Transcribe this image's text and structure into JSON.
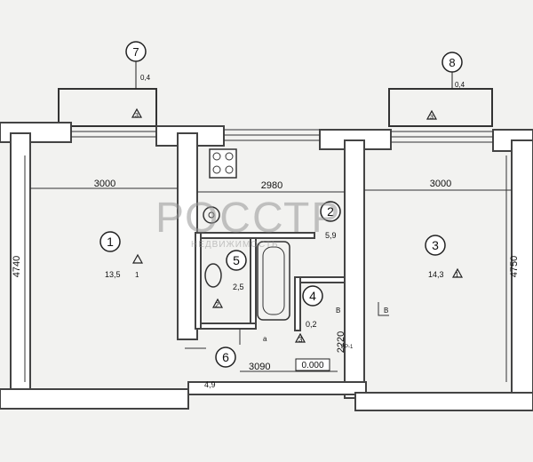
{
  "colors": {
    "wall": "#555555",
    "wall_fill": "#ffffff",
    "line": "#333333",
    "watermark": "#9a9a9a"
  },
  "rooms": [
    {
      "number": "1",
      "area": "13,5",
      "class": "1",
      "width_dim": "3000",
      "height_dim": "4740"
    },
    {
      "number": "2",
      "area": "5,9",
      "width_dim": "2980"
    },
    {
      "number": "3",
      "area": "14,3",
      "class": "1",
      "width_dim": "3000",
      "height_dim": "4750"
    },
    {
      "number": "4",
      "area": "0,2"
    },
    {
      "number": "5",
      "area": "2,5",
      "class": "2"
    },
    {
      "number": "6",
      "area": "4,9",
      "class": "3",
      "dim_a": "3090",
      "dim_b": "2220",
      "dim_c": "0.000"
    },
    {
      "number": "7",
      "area": "0,4",
      "class": "3"
    },
    {
      "number": "8",
      "area": "0,4",
      "class": "3"
    }
  ],
  "misc_labels": {
    "b_left": "B",
    "b_right": "В",
    "vent": "ВР-1",
    "corridor_a": "а"
  },
  "watermark": {
    "title": "РОССТР",
    "subtitle": "НЕДВИЖИМОСТЬ"
  }
}
